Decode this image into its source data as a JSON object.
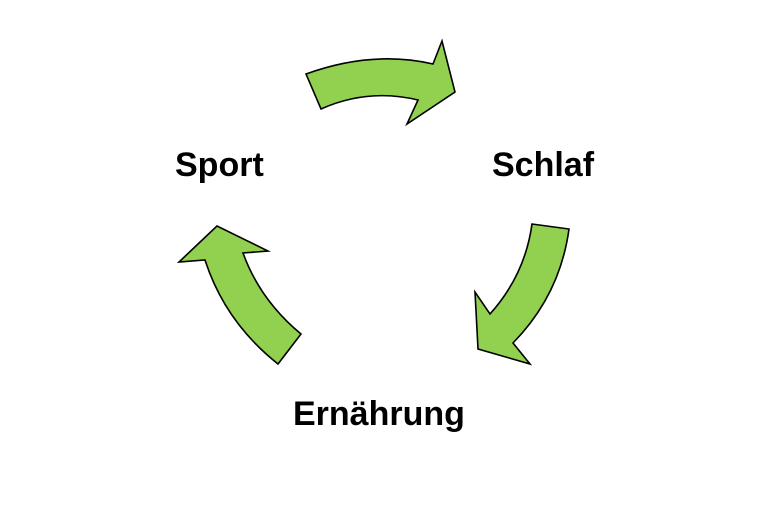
{
  "colors": {
    "arrow_fill": "#92d050",
    "arrow_stroke": "#000000",
    "text": "#000000"
  },
  "nodes": [
    {
      "id": "sport",
      "label": "Sport"
    },
    {
      "id": "schlaf",
      "label": "Schlaf"
    },
    {
      "id": "ernaehrung",
      "label": "Ernährung"
    }
  ],
  "edges": [
    {
      "from": "sport",
      "to": "schlaf"
    },
    {
      "from": "schlaf",
      "to": "ernaehrung"
    },
    {
      "from": "ernaehrung",
      "to": "sport"
    }
  ]
}
